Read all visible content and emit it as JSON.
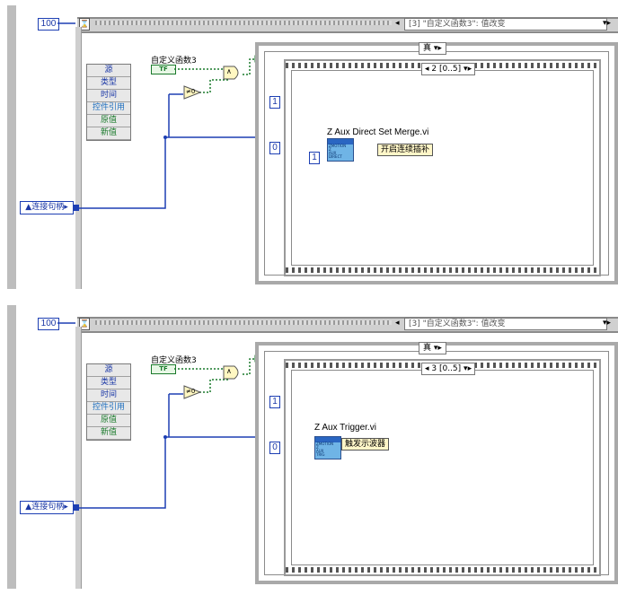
{
  "panels": [
    {
      "const_100": "100",
      "event_selector": "[3] \"自定义函数3\": 值改变",
      "event_fields": [
        "源",
        "类型",
        "时间",
        "控件引用",
        "原值",
        "新值"
      ],
      "event_ref": "连接句柄",
      "control_label": "自定义函数3",
      "tf_text": "TF",
      "not_equal_label": "≠0",
      "and_label": "∧",
      "case_selector": "真",
      "sequence_selector": "2 [0..5]",
      "const_one": "1",
      "const_zero": "0",
      "const_inner_one": "1",
      "subvi_name": "Z Aux Direct Set Merge.vi",
      "subvi_comment": "开启连续插补"
    },
    {
      "const_100": "100",
      "event_selector": "[3] \"自定义函数3\": 值改变",
      "event_fields": [
        "源",
        "类型",
        "时间",
        "控件引用",
        "原值",
        "新值"
      ],
      "event_ref": "连接句柄",
      "control_label": "自定义函数3",
      "tf_text": "TF",
      "not_equal_label": "≠0",
      "and_label": "∧",
      "case_selector": "真",
      "sequence_selector": "3 [0..5]",
      "const_one": "1",
      "const_zero": "0",
      "subvi_name": "Z Aux Trigger.vi",
      "subvi_comment": "触发示波器"
    }
  ],
  "colors": {
    "wire_blue": "#1d3fb3",
    "wire_green": "#1a7a2b",
    "frame_gray": "#a9a9a9"
  }
}
